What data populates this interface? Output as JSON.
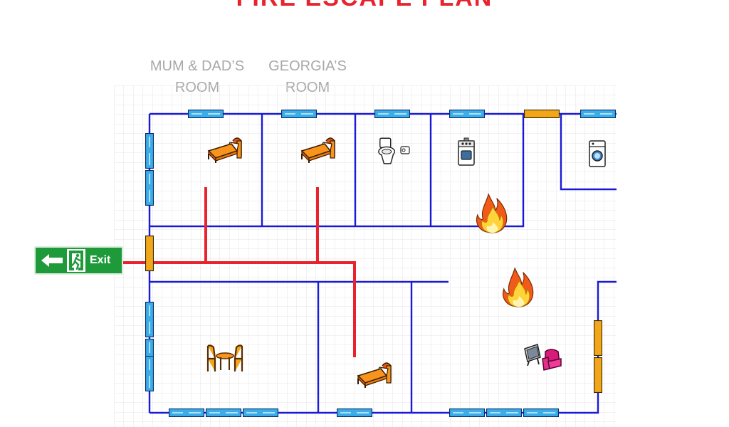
{
  "title": "FIRE ESCAPE PLAN",
  "labels": {
    "parents_room": [
      "MUM & DAD’S",
      "ROOM"
    ],
    "georgia_room": [
      "GEORGIA’S",
      "ROOM"
    ]
  },
  "exit_sign": {
    "text": "Exit",
    "arrow": "left-arrow-icon",
    "figure": "running-person-icon"
  },
  "legend_colors": {
    "wall": "#1a1ad6",
    "window": "#3aaee8",
    "door": "#f2a71b",
    "escape_route": "#e8232e",
    "exit_sign": "#1f9a3a",
    "title": "#e8232e"
  },
  "icons": [
    "bed-icon",
    "bed-icon",
    "toilet-icon",
    "toilet-paper-icon",
    "stove-icon",
    "washing-machine-icon",
    "fire-icon",
    "fire-icon",
    "dining-table-icon",
    "bed-icon",
    "tv-icon",
    "armchair-icon"
  ]
}
